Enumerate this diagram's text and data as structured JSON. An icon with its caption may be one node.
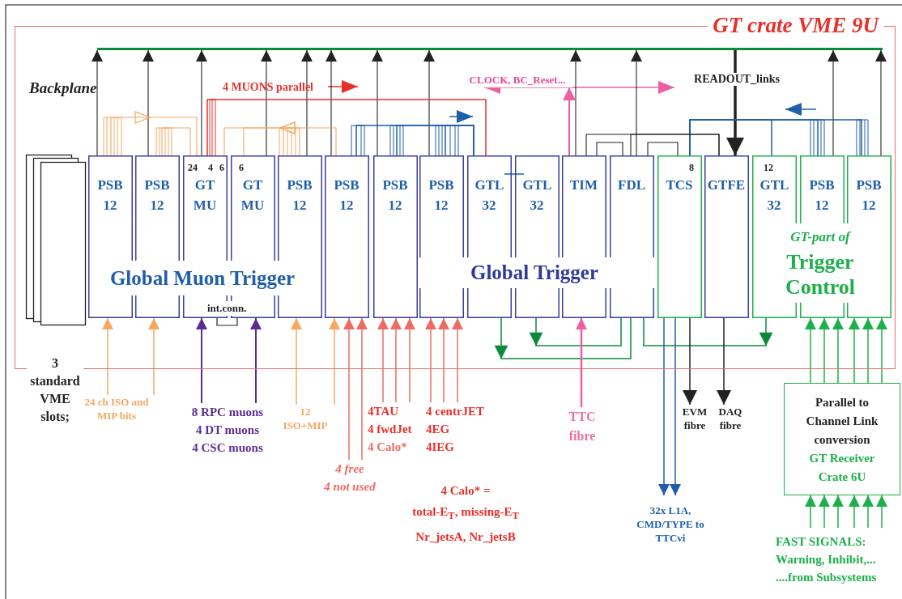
{
  "diagram": {
    "nodes": [
      {
        "text": [
          "GT crate VME 9U"
        ]
      },
      {
        "text": [
          "3 standard VME slots;"
        ]
      },
      {
        "text": [
          "PSB 12"
        ],
        "in": 0
      },
      {
        "text": [
          "PSB 12"
        ],
        "in": 0
      },
      {
        "text": [
          "GT MU"
        ],
        "in": 0
      },
      {
        "text": [
          "GT MU"
        ],
        "in": 0
      },
      {
        "text": [
          "PSB 12"
        ],
        "in": 0
      },
      {
        "text": [
          "PSB 12"
        ],
        "in": 0
      },
      {
        "text": [
          "PSB 12"
        ],
        "in": 0
      },
      {
        "text": [
          "PSB 12"
        ],
        "in": 0
      },
      {
        "text": [
          "GTL 32"
        ],
        "in": 0
      },
      {
        "text": [
          "GTL 32"
        ],
        "in": 0
      },
      {
        "text": [
          "TIM"
        ],
        "in": 0
      },
      {
        "text": [
          "FDL"
        ],
        "in": 0
      },
      {
        "text": [
          "TCS"
        ],
        "in": 0
      },
      {
        "text": [
          "GTFE"
        ],
        "in": 0
      },
      {
        "text": [
          "GTL 32"
        ],
        "in": 0
      },
      {
        "text": [
          "PSB 12"
        ],
        "in": 0
      },
      {
        "text": [
          "PSB 12"
        ],
        "in": 0
      },
      {
        "text": [],
        "shape": "bar",
        "in": 0
      },
      {
        "text": [
          "24 ch ISO and MIP bits"
        ]
      },
      {
        "text": [
          "8 RPC muons",
          "4 DT muons",
          "4 CSC muons"
        ]
      },
      {
        "text": [
          "12 ISO+MIP"
        ]
      },
      {
        "text": [
          "4 free",
          "4 not used"
        ]
      },
      {
        "text": [
          "4TAU",
          "4 fwdJet",
          "4 Calo*"
        ]
      },
      {
        "text": [
          "4 centrJET",
          "4EG",
          "4IEG"
        ]
      },
      {
        "text": [
          "TTC fibre"
        ]
      },
      {
        "text": [
          "EVM fibre"
        ]
      },
      {
        "text": [
          "DAQ fibre"
        ]
      },
      {
        "text": [
          "32x L1A, CMD/TYPE to TTCvi"
        ]
      },
      {
        "text": [
          "Parallel to Channel Link conversion",
          "GT Receiver Crate 6U"
        ]
      },
      {
        "text": [
          "FAST SIGNALS: Warning, Inhibit,... ....from Subsystems"
        ]
      },
      {
        "text": [
          "CLOCK, BC_Reset..."
        ],
        "in": 0
      }
    ],
    "edges": [
      {
        "from": 2,
        "to": 19,
        "arrow": "to"
      },
      {
        "from": 3,
        "to": 19,
        "arrow": "to"
      },
      {
        "from": 4,
        "to": 19,
        "arrow": "to"
      },
      {
        "from": 5,
        "to": 19,
        "arrow": "to"
      },
      {
        "from": 6,
        "to": 19,
        "arrow": "to"
      },
      {
        "from": 7,
        "to": 19,
        "arrow": "to"
      },
      {
        "from": 8,
        "to": 19,
        "arrow": "to"
      },
      {
        "from": 9,
        "to": 19,
        "arrow": "to"
      },
      {
        "from": 12,
        "to": 19,
        "arrow": "to"
      },
      {
        "from": 13,
        "to": 19,
        "arrow": "to"
      },
      {
        "from": 17,
        "to": 19,
        "arrow": "to"
      },
      {
        "from": 18,
        "to": 19,
        "arrow": "to"
      },
      {
        "from": 19,
        "to": 15,
        "arrow": "to",
        "label": "READOUT_links",
        "style": "thick"
      },
      {
        "from": 4,
        "to": 10,
        "arrow": "none",
        "label": "4 MUONS parallel",
        "color": "#e8302a"
      },
      {
        "from": 2,
        "to": 4,
        "arrow": "to",
        "color": "#f5a862"
      },
      {
        "from": 3,
        "to": 4,
        "arrow": "none",
        "color": "#f5a862"
      },
      {
        "from": 6,
        "to": 4,
        "arrow": "to",
        "color": "#f5a862"
      },
      {
        "from": 7,
        "to": 5,
        "arrow": "to",
        "color": "#f5a862"
      },
      {
        "from": 7,
        "to": 10,
        "arrow": "none",
        "color": "#1f5fa8"
      },
      {
        "from": 8,
        "to": 10,
        "arrow": "none",
        "color": "#1f5fa8"
      },
      {
        "from": 9,
        "to": 10,
        "arrow": "none",
        "color": "#1f5fa8"
      },
      {
        "from": 16,
        "to": 14,
        "arrow": "none",
        "color": "#1f5fa8"
      },
      {
        "from": 17,
        "to": 14,
        "arrow": "none",
        "color": "#1f5fa8"
      },
      {
        "from": 18,
        "to": 14,
        "arrow": "none",
        "color": "#1f5fa8"
      },
      {
        "from": 12,
        "to": 32,
        "arrow": "to",
        "color": "#ec5fa0"
      },
      {
        "from": 12,
        "to": 13,
        "arrow": "none"
      },
      {
        "from": 13,
        "to": 14,
        "arrow": "none"
      },
      {
        "from": 12,
        "to": 15,
        "arrow": "none"
      },
      {
        "from": 13,
        "to": 15,
        "arrow": "none"
      },
      {
        "from": 10,
        "to": 13,
        "arrow": "to",
        "color": "#0b8a3c"
      },
      {
        "from": 11,
        "to": 13,
        "arrow": "to",
        "color": "#0b8a3c"
      },
      {
        "from": 16,
        "to": 13,
        "arrow": "to",
        "color": "#0b8a3c"
      },
      {
        "from": 20,
        "to": 2,
        "arrow": "to",
        "color": "#f5a862"
      },
      {
        "from": 20,
        "to": 3,
        "arrow": "to",
        "color": "#f5a862"
      },
      {
        "from": 21,
        "to": 4,
        "arrow": "to",
        "color": "#5b2d90"
      },
      {
        "from": 21,
        "to": 5,
        "arrow": "to",
        "color": "#5b2d90"
      },
      {
        "from": 22,
        "to": 6,
        "arrow": "to",
        "color": "#f5a862"
      },
      {
        "from": 22,
        "to": 7,
        "arrow": "to",
        "color": "#f5a862"
      },
      {
        "from": 23,
        "to": 7,
        "arrow": "to",
        "color": "#ee6b63"
      },
      {
        "from": 23,
        "to": 7,
        "arrow": "to",
        "color": "#ee6b63"
      },
      {
        "from": 24,
        "to": 8,
        "arrow": "to",
        "color": "#ee6b63"
      },
      {
        "from": 24,
        "to": 8,
        "arrow": "to",
        "color": "#ee6b63"
      },
      {
        "from": 24,
        "to": 8,
        "arrow": "to",
        "color": "#ee6b63"
      },
      {
        "from": 25,
        "to": 9,
        "arrow": "to",
        "color": "#ee6b63"
      },
      {
        "from": 25,
        "to": 9,
        "arrow": "to",
        "color": "#ee6b63"
      },
      {
        "from": 25,
        "to": 9,
        "arrow": "to",
        "color": "#ee6b63"
      },
      {
        "from": 26,
        "to": 12,
        "arrow": "to",
        "color": "#ec5fa0"
      },
      {
        "from": 14,
        "to": 29,
        "arrow": "to",
        "color": "#1f5fa8"
      },
      {
        "from": 14,
        "to": 29,
        "arrow": "to",
        "color": "#1f5fa8"
      },
      {
        "from": 14,
        "to": 27,
        "arrow": "to"
      },
      {
        "from": 15,
        "to": 28,
        "arrow": "to"
      },
      {
        "from": 30,
        "to": 17,
        "arrow": "to",
        "color": "#1db04a"
      },
      {
        "from": 30,
        "to": 17,
        "arrow": "to",
        "color": "#1db04a"
      },
      {
        "from": 30,
        "to": 17,
        "arrow": "to",
        "color": "#1db04a"
      },
      {
        "from": 30,
        "to": 18,
        "arrow": "to",
        "color": "#1db04a"
      },
      {
        "from": 30,
        "to": 18,
        "arrow": "to",
        "color": "#1db04a"
      },
      {
        "from": 30,
        "to": 18,
        "arrow": "to",
        "color": "#1db04a"
      },
      {
        "from": 31,
        "to": 30,
        "arrow": "to",
        "color": "#1db04a"
      },
      {
        "from": 31,
        "to": 30,
        "arrow": "to",
        "color": "#1db04a"
      },
      {
        "from": 31,
        "to": 30,
        "arrow": "to",
        "color": "#1db04a"
      },
      {
        "from": 31,
        "to": 30,
        "arrow": "to",
        "color": "#1db04a"
      },
      {
        "from": 31,
        "to": 30,
        "arrow": "to",
        "color": "#1db04a"
      },
      {
        "from": 31,
        "to": 30,
        "arrow": "to",
        "color": "#1db04a"
      },
      {
        "from": 4,
        "to": 5,
        "arrow": "none"
      },
      {
        "from": 10,
        "to": 11,
        "arrow": "none",
        "color": "#1f5fa8"
      }
    ],
    "labels": [
      "Backplane",
      "24",
      "4",
      "6",
      "6",
      "8",
      "12",
      "Global Muon Trigger",
      "Global Trigger",
      "GT-part of",
      "Trigger Control",
      "int.conn.",
      "4 Calo* =",
      "total-E$_{T}$, missing-E$_{T}$",
      "Nr_jetsA, Nr_jetsB"
    ]
  }
}
